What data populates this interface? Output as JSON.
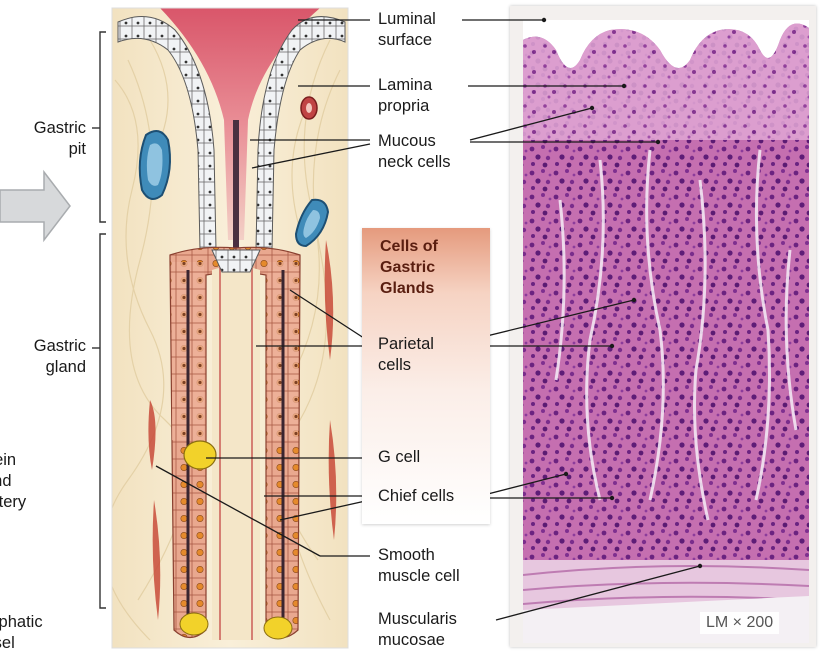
{
  "left_labels": {
    "gastric_pit": "Gastric\npit",
    "gastric_gland": "Gastric\ngland",
    "vein_artery": "Vein\nand\nartery",
    "lymphatic_vessel": "Lymphatic\nvessel"
  },
  "right_labels": {
    "luminal_surface": "Luminal\nsurface",
    "lamina_propria": "Lamina\npropria",
    "mucous_neck_cells": "Mucous\nneck cells",
    "parietal_cells": "Parietal\ncells",
    "g_cell": "G cell",
    "chief_cells": "Chief cells",
    "smooth_muscle_cell": "Smooth\nmuscle cell",
    "muscularis_mucosae": "Muscularis\nmucosae"
  },
  "callout_title": "Cells of\nGastric\nGlands",
  "magnification": "LM × 200",
  "colors": {
    "lumen_red": "#c8455a",
    "mucous_cell": "#eef0f2",
    "parietal_cell": "#e8a18c",
    "chief_cell_nucleus": "#e6862a",
    "g_cell": "#f2d22a",
    "vein_blue": "#3f8bb9",
    "lamina_bg": "#f6ecd4",
    "stain_pink": "#c36aa8",
    "stain_purple": "#7c2f86"
  }
}
